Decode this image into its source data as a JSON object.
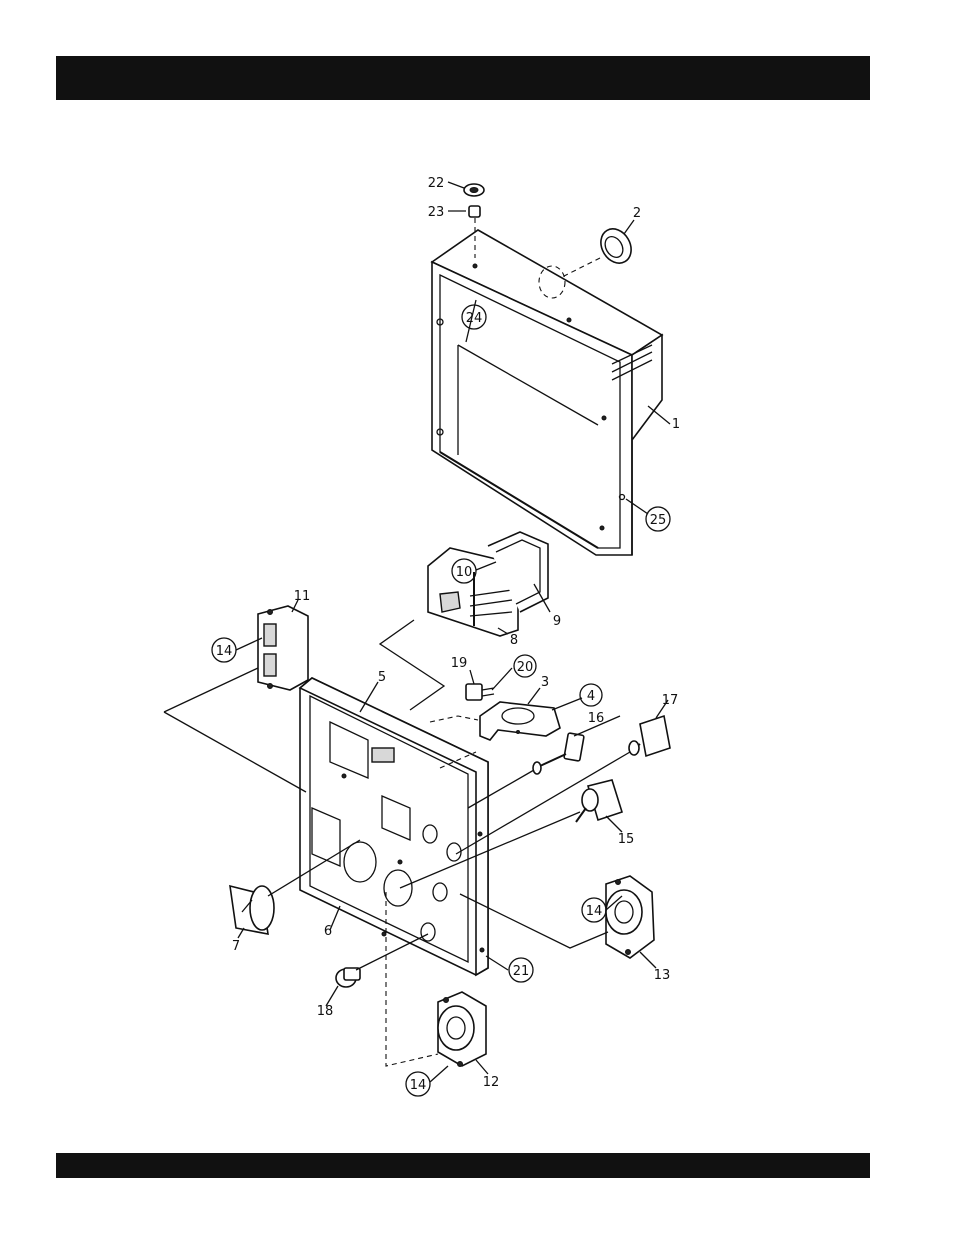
{
  "header": {
    "title": ""
  },
  "footer": {
    "text": ""
  },
  "callouts": [
    {
      "id": "c1",
      "label": "1",
      "circled": false
    },
    {
      "id": "c2",
      "label": "2",
      "circled": false
    },
    {
      "id": "c3",
      "label": "3",
      "circled": false
    },
    {
      "id": "c4",
      "label": "4",
      "circled": true
    },
    {
      "id": "c5",
      "label": "5",
      "circled": false
    },
    {
      "id": "c6",
      "label": "6",
      "circled": false
    },
    {
      "id": "c7",
      "label": "7",
      "circled": false
    },
    {
      "id": "c8",
      "label": "8",
      "circled": false
    },
    {
      "id": "c9",
      "label": "9",
      "circled": false
    },
    {
      "id": "c10",
      "label": "10",
      "circled": true
    },
    {
      "id": "c11",
      "label": "11",
      "circled": false
    },
    {
      "id": "c12",
      "label": "12",
      "circled": false
    },
    {
      "id": "c13",
      "label": "13",
      "circled": false
    },
    {
      "id": "c14a",
      "label": "14",
      "circled": true
    },
    {
      "id": "c14b",
      "label": "14",
      "circled": true
    },
    {
      "id": "c14c",
      "label": "14",
      "circled": true
    },
    {
      "id": "c15",
      "label": "15",
      "circled": false
    },
    {
      "id": "c16",
      "label": "16",
      "circled": false
    },
    {
      "id": "c17",
      "label": "17",
      "circled": false
    },
    {
      "id": "c18",
      "label": "18",
      "circled": false
    },
    {
      "id": "c19",
      "label": "19",
      "circled": false
    },
    {
      "id": "c20",
      "label": "20",
      "circled": true
    },
    {
      "id": "c21",
      "label": "21",
      "circled": true
    },
    {
      "id": "c22",
      "label": "22",
      "circled": false
    },
    {
      "id": "c23",
      "label": "23",
      "circled": false
    },
    {
      "id": "c24",
      "label": "24",
      "circled": true
    },
    {
      "id": "c25",
      "label": "25",
      "circled": true
    }
  ]
}
